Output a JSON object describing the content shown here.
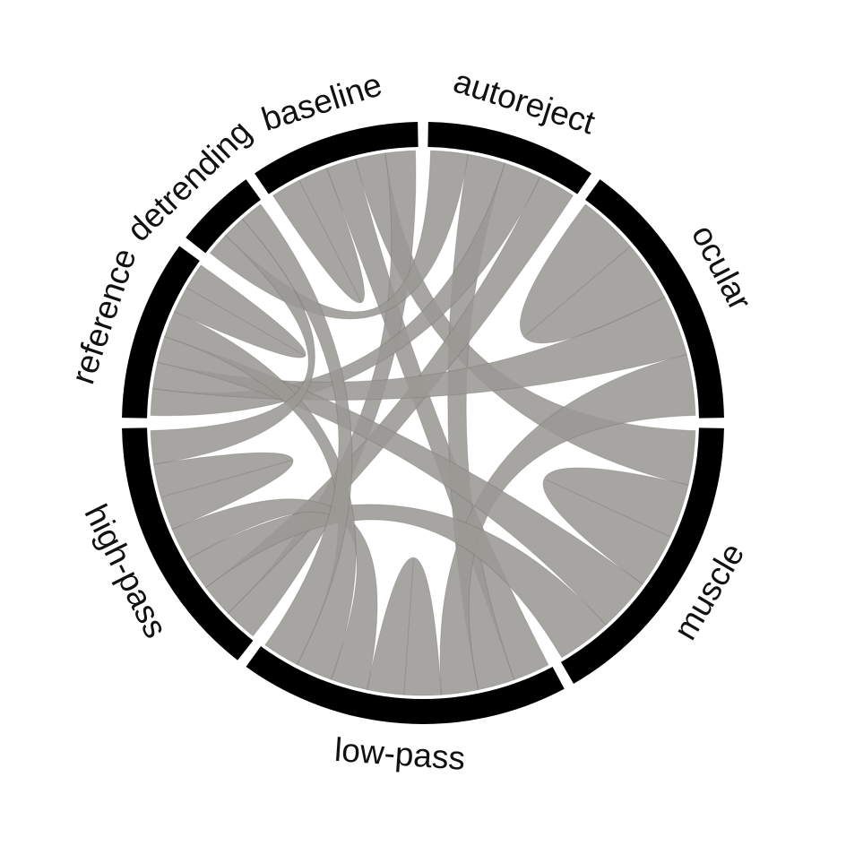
{
  "chart_data": {
    "type": "chord",
    "title": "",
    "nodes": [
      "baseline",
      "autoreject",
      "ocular",
      "muscle",
      "low-pass",
      "high-pass",
      "reference",
      "detrending"
    ],
    "arc_spans_deg": [
      [
        -34,
        -1
      ],
      [
        1,
        34
      ],
      [
        36,
        89
      ],
      [
        91,
        150
      ],
      [
        152,
        216
      ],
      [
        218,
        269
      ],
      [
        271,
        306
      ],
      [
        308,
        324
      ]
    ],
    "links": [
      [
        "baseline",
        "baseline"
      ],
      [
        "baseline",
        "low-pass"
      ],
      [
        "baseline",
        "muscle"
      ],
      [
        "baseline",
        "high-pass"
      ],
      [
        "autoreject",
        "detrending"
      ],
      [
        "autoreject",
        "low-pass"
      ],
      [
        "autoreject",
        "reference"
      ],
      [
        "autoreject",
        "high-pass"
      ],
      [
        "ocular",
        "ocular"
      ],
      [
        "ocular",
        "reference"
      ],
      [
        "ocular",
        "low-pass"
      ],
      [
        "muscle",
        "muscle"
      ],
      [
        "muscle",
        "reference"
      ],
      [
        "muscle",
        "high-pass"
      ],
      [
        "low-pass",
        "low-pass"
      ],
      [
        "low-pass",
        "high-pass"
      ],
      [
        "low-pass",
        "reference"
      ],
      [
        "high-pass",
        "high-pass"
      ],
      [
        "high-pass",
        "detrending"
      ],
      [
        "reference",
        "reference"
      ],
      [
        "detrending",
        "low-pass"
      ]
    ],
    "colors": {
      "ring": "#000000",
      "ribbon": "#9b9994",
      "ribbon_edge": "#6e6c68",
      "background": "#ffffff"
    }
  }
}
